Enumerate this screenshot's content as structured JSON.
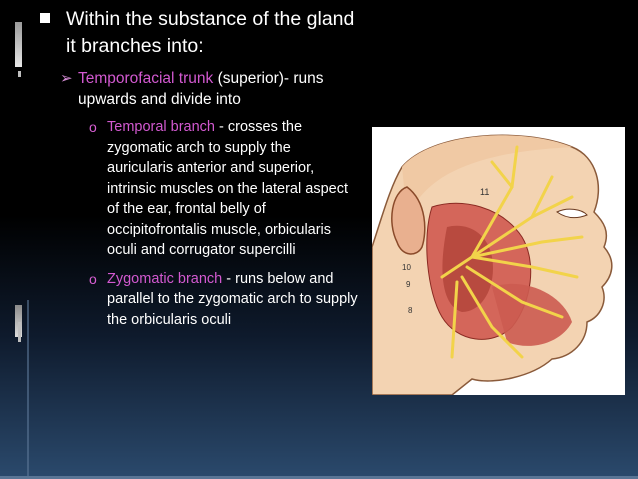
{
  "slide": {
    "bullet_main": "Within the substance of the gland it branches into:",
    "sub_item": {
      "title": "Temporofacial trunk",
      "text": "(superior)- runs upwards and divide into"
    },
    "branches": [
      {
        "name": "Temporal branch",
        "text": " - crosses the zygomatic arch to supply the auricularis anterior and superior, intrinsic muscles on the lateral aspect of the ear, frontal belly of occipitofrontalis muscle, orbicularis oculi and corrugator supercilli"
      },
      {
        "name": "Zygomatic branch",
        "text": " - runs below and parallel to the zygomatic arch to supply the orbicularis oculi"
      }
    ],
    "figure": {
      "labels": [
        "11",
        "10",
        "9",
        "8"
      ]
    }
  },
  "colors": {
    "accent_purple": "#d259d0",
    "background": "#000000"
  }
}
